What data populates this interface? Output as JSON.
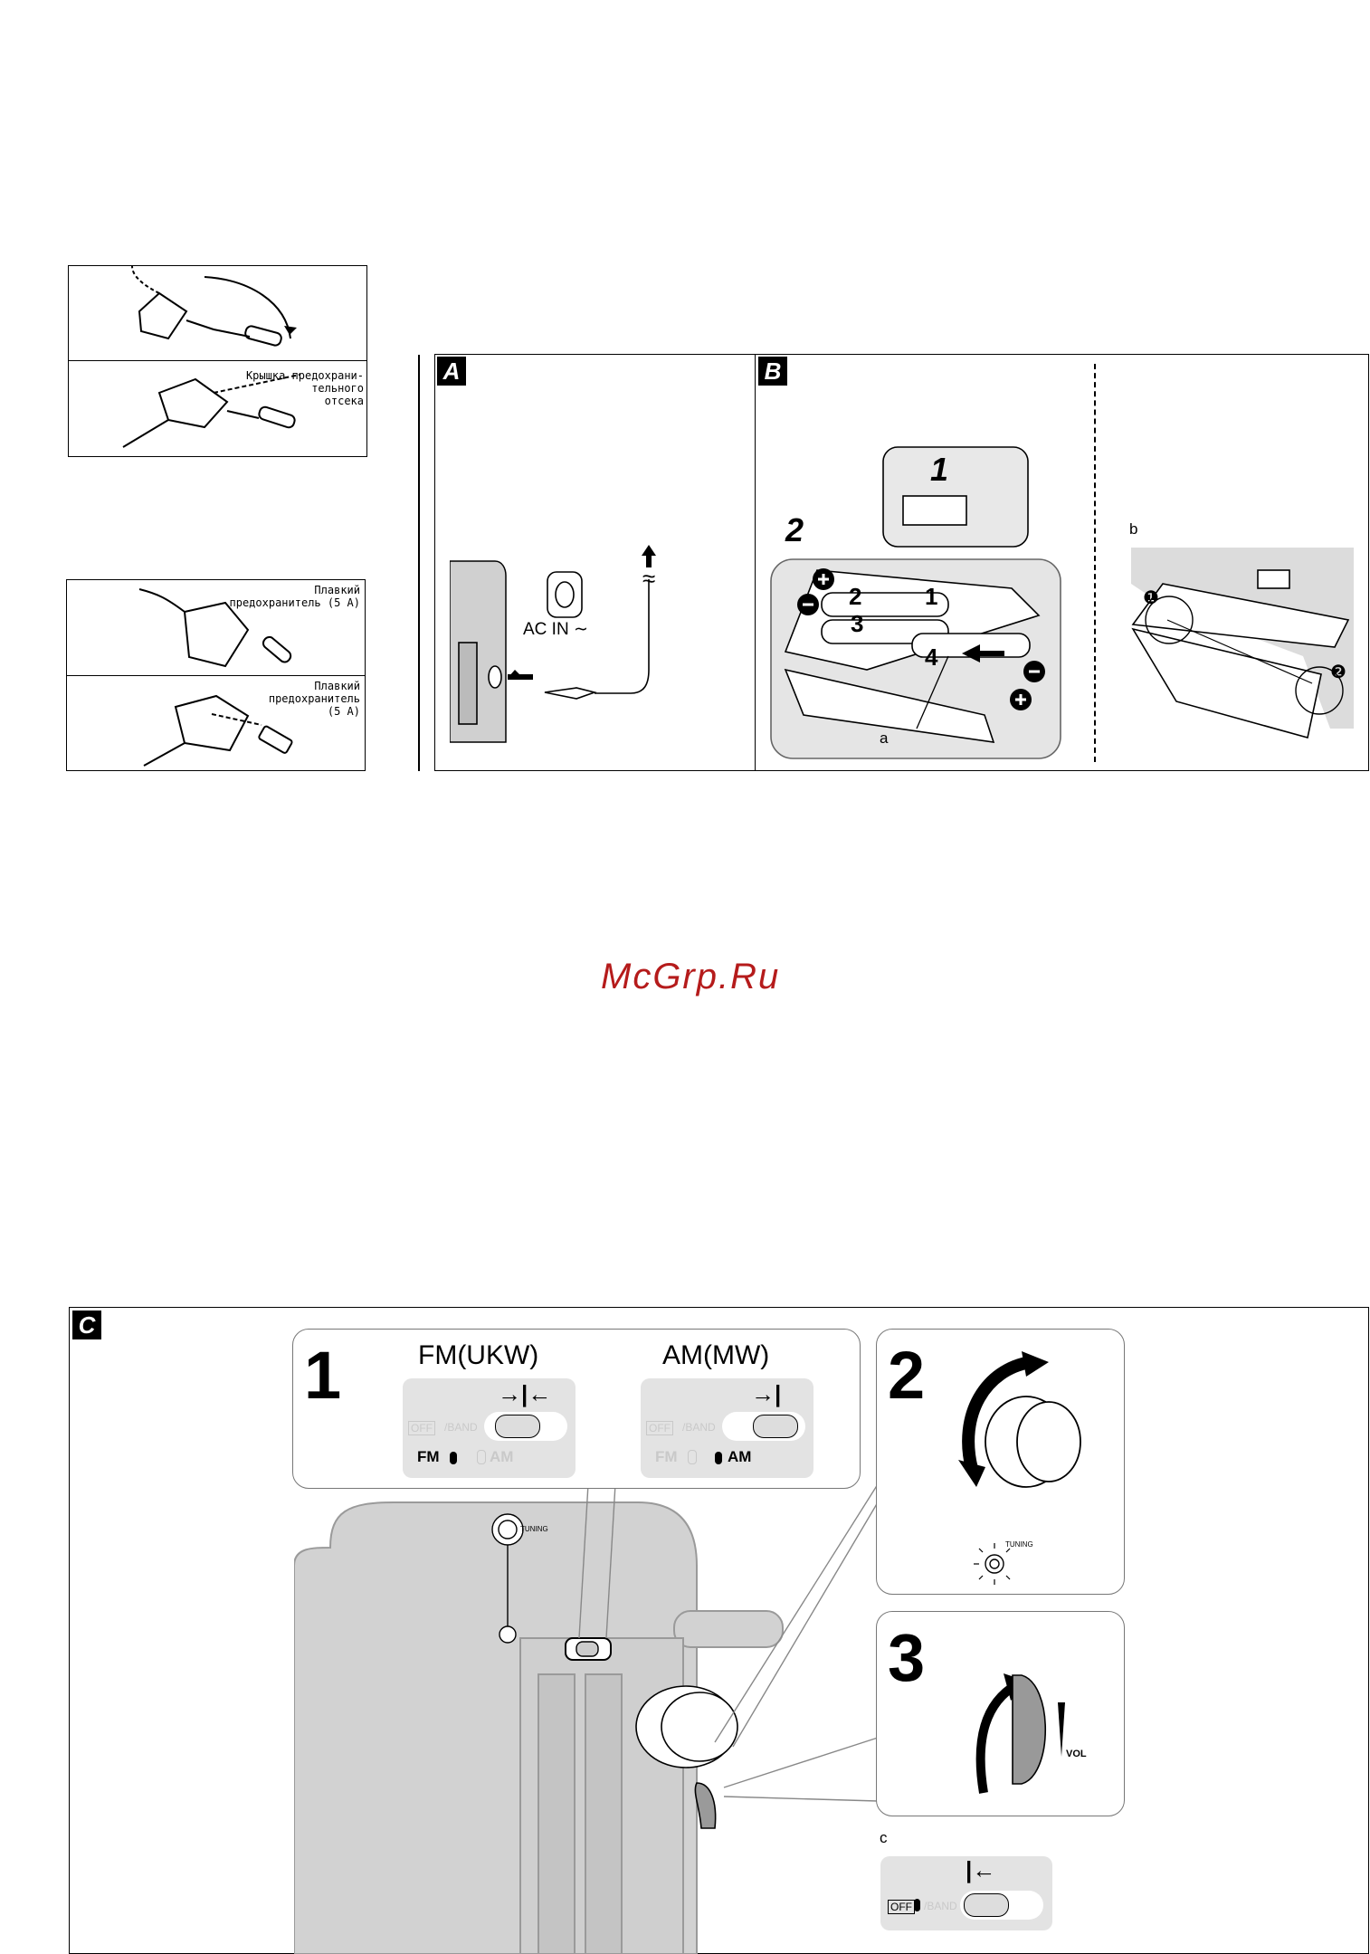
{
  "fuse_box_1": {
    "label": "Крышка предохрани-\nтельного\nотсека"
  },
  "fuse_box_2": {
    "label_top": "Плавкий\nпредохранитель (5 A)",
    "label_bottom": "Плавкий\nпредохранитель\n(5 A)"
  },
  "panel_a": {
    "tag": "A",
    "ac_label": "AC IN",
    "wave": "≈"
  },
  "panel_b": {
    "tag": "B",
    "step1": "1",
    "step2": "2",
    "label_a": "a",
    "label_b": "b",
    "bat1": "1",
    "bat2": "2",
    "bat3": "3",
    "bat4": "4",
    "mark1": "❶",
    "mark2": "❷"
  },
  "watermark": "McGrp.Ru",
  "panel_c": {
    "tag": "C",
    "step1": "1",
    "step2": "2",
    "step3": "3",
    "fm_title": "FM(UKW)",
    "am_title": "AM(MW)",
    "off": "OFF",
    "band": "/BAND",
    "fm": "FM",
    "am": "AM",
    "tuning": "TUNING",
    "vol": "VOL",
    "label_c": "c"
  }
}
